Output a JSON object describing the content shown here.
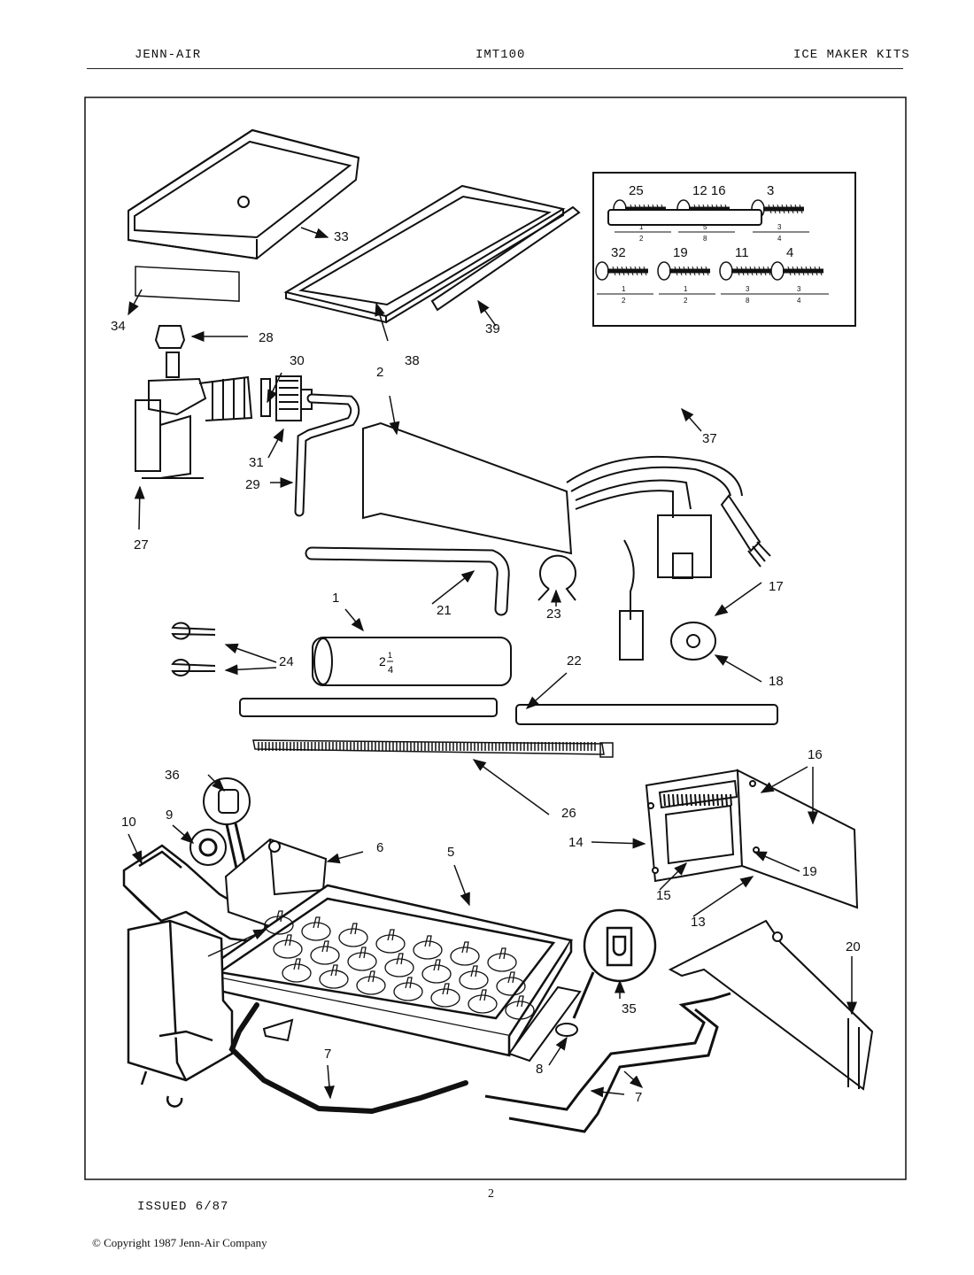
{
  "header": {
    "left": "JENN-AIR",
    "center": "IMT100",
    "right": "ICE MAKER KITS"
  },
  "footer": {
    "issued": "ISSUED 6/87",
    "page_number": "2",
    "copyright": "© Copyright 1987 Jenn-Air Company"
  },
  "diagram": {
    "callouts": [
      "1",
      "2",
      "3",
      "4",
      "5",
      "6",
      "7",
      "8",
      "9",
      "10",
      "11",
      "12",
      "13",
      "14",
      "15",
      "16",
      "17",
      "18",
      "19",
      "20",
      "21",
      "22",
      "23",
      "24",
      "25",
      "26",
      "27",
      "28",
      "29",
      "30",
      "31",
      "32",
      "33",
      "34",
      "35",
      "36",
      "37",
      "38",
      "39"
    ],
    "tube_mark": {
      "whole": "2",
      "numerator": "1",
      "denominator": "4"
    },
    "screw_panel": {
      "row1": [
        {
          "part": "25",
          "len_num": "1",
          "len_den": "2"
        },
        {
          "part": "12 16",
          "len_num": "5",
          "len_den": "8"
        },
        {
          "part": "3",
          "len_num": "3",
          "len_den": "4"
        }
      ],
      "row2": [
        {
          "part": "32",
          "len_num": "1",
          "len_den": "2"
        },
        {
          "part": "19",
          "len_num": "1",
          "len_den": "2"
        },
        {
          "part": "11",
          "len_num": "3",
          "len_den": "8"
        },
        {
          "part": "4",
          "len_num": "3",
          "len_den": "4"
        }
      ]
    }
  }
}
